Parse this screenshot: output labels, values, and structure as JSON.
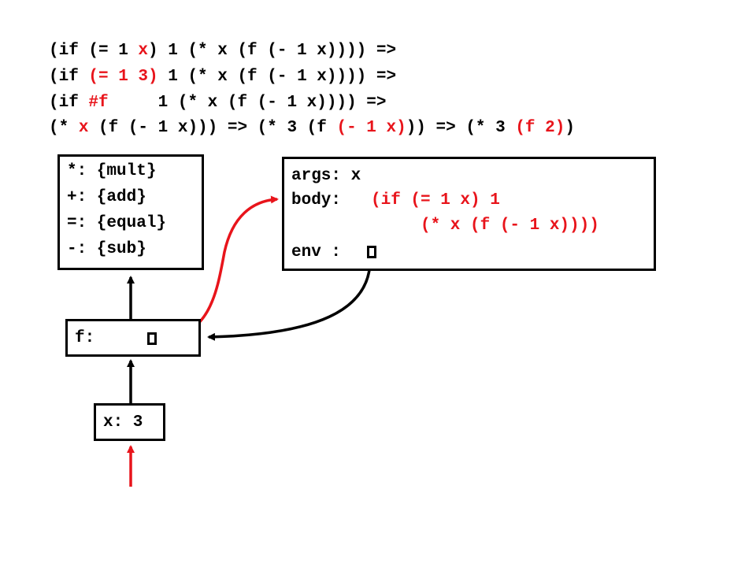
{
  "reduction_lines": [
    [
      {
        "text": "(if (= 1 ",
        "red": false
      },
      {
        "text": "x",
        "red": true
      },
      {
        "text": ") 1 (* x (f (- 1 x)))) =>",
        "red": false
      }
    ],
    [
      {
        "text": "(if ",
        "red": false
      },
      {
        "text": "(= 1 3)",
        "red": true
      },
      {
        "text": " 1 (* x (f (- 1 x)))) =>",
        "red": false
      }
    ],
    [
      {
        "text": "(if ",
        "red": false
      },
      {
        "text": "#f",
        "red": true
      },
      {
        "text": "     1 (* x (f (- 1 x)))) =>",
        "red": false
      }
    ],
    [
      {
        "text": "(* ",
        "red": false
      },
      {
        "text": "x",
        "red": true
      },
      {
        "text": " (f (- 1 x))) => (* 3 (f ",
        "red": false
      },
      {
        "text": "(- 1 x)",
        "red": true
      },
      {
        "text": ")) => (* 3 ",
        "red": false
      },
      {
        "text": "(f 2)",
        "red": true
      },
      {
        "text": ")",
        "red": false
      }
    ]
  ],
  "global_env": {
    "bindings": [
      "*: {mult}",
      "+: {add}",
      "=: {equal}",
      "-: {sub}"
    ]
  },
  "closure": {
    "args_line": "args: x",
    "body_label": "body: ",
    "body_line1": "(if (= 1 x) 1",
    "body_line2": "(* x (f (- 1 x))))",
    "env_label": "env :"
  },
  "frame_f": {
    "label": "f:"
  },
  "frame_x": {
    "label": "x: 3"
  },
  "colors": {
    "highlight": "#e8141b",
    "ink": "#000000"
  }
}
